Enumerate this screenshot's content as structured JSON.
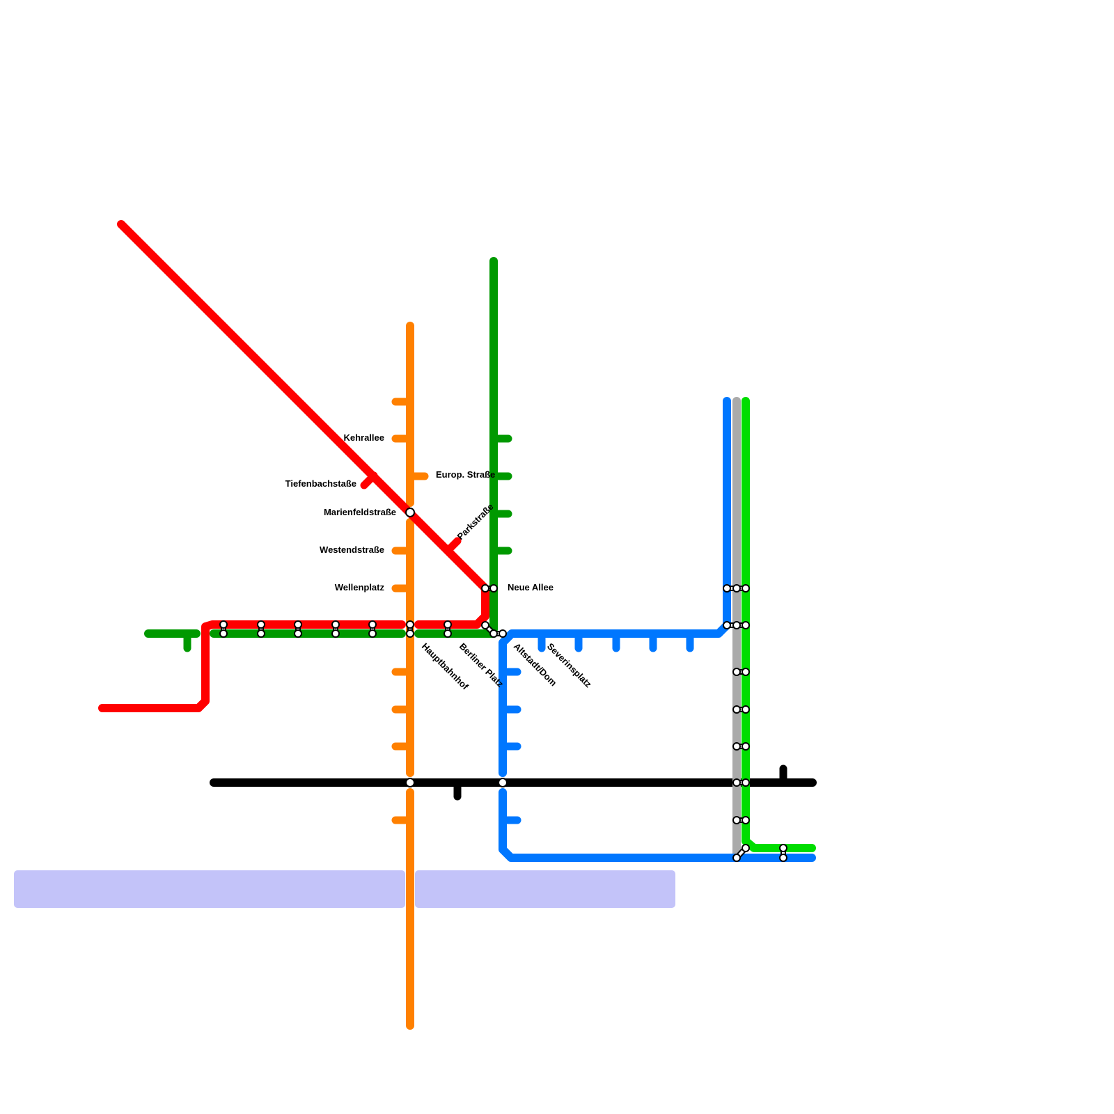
{
  "map": {
    "lines": [
      {
        "id": "red",
        "color": "#ff0000"
      },
      {
        "id": "dark-green",
        "color": "#009900"
      },
      {
        "id": "orange",
        "color": "#ff8000"
      },
      {
        "id": "blue",
        "color": "#0077ff"
      },
      {
        "id": "grey",
        "color": "#aaaaaa"
      },
      {
        "id": "light-green",
        "color": "#00dd00"
      },
      {
        "id": "black",
        "color": "#000000"
      }
    ],
    "water_color": "#c3c3f9",
    "stations": {
      "kehrallee": "Kehrallee",
      "europ_strasse": "Europ. Straße",
      "tiefenbachstrasse": "Tiefenbachstaße",
      "marienfeldstrasse": "Marienfeldstraße",
      "parkstrasse": "Parkstraße",
      "westendstrasse": "Westendstraße",
      "wellenplatz": "Wellenplatz",
      "neue_allee": "Neue Allee",
      "hauptbahnhof": "Hauptbahnhof",
      "berliner_platz": "Berliner Platz",
      "altstadt_dom": "Altstadt/Dom",
      "severinsplatz": "Severinsplatz"
    }
  }
}
